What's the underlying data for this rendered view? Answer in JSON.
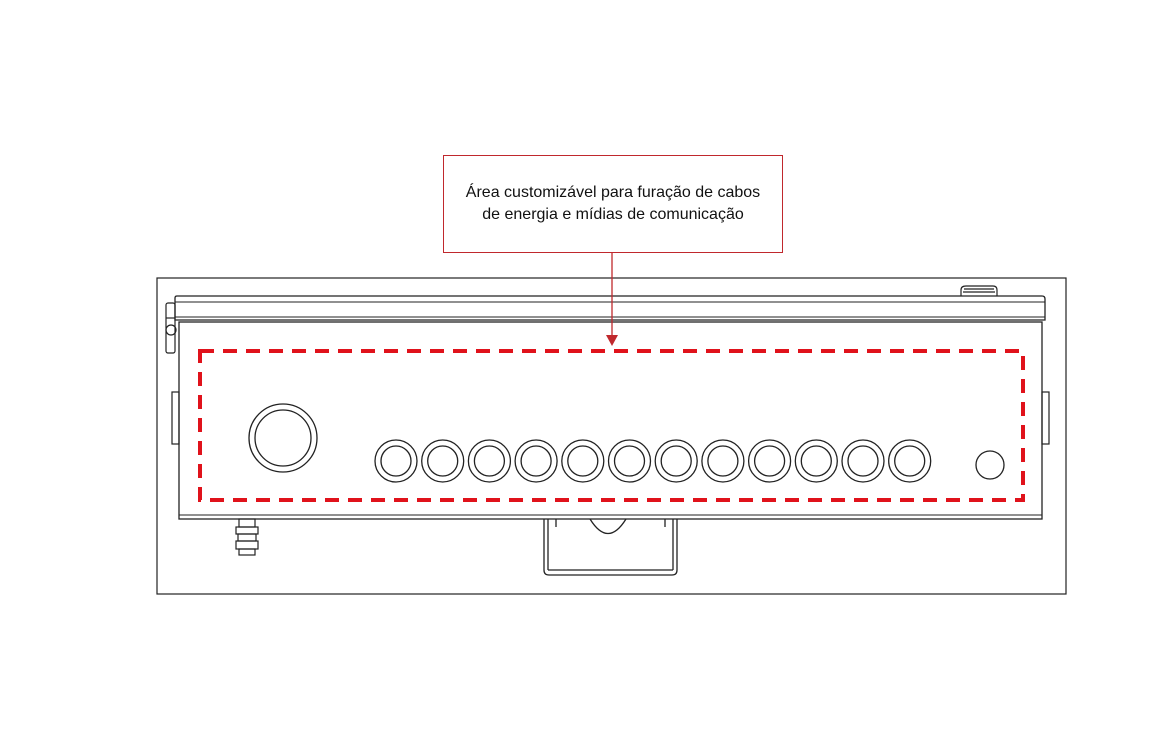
{
  "callout": {
    "text": "Área customizável para furação de cabos de energia e mídias de comunicação"
  },
  "colors": {
    "highlight": "#e0121b",
    "callout_border": "#c0282d",
    "line": "#222222"
  },
  "icons": {
    "large_hole": "circle-double-outline",
    "cable_hole": "circle-double-outline",
    "small_hole": "circle-outline"
  }
}
